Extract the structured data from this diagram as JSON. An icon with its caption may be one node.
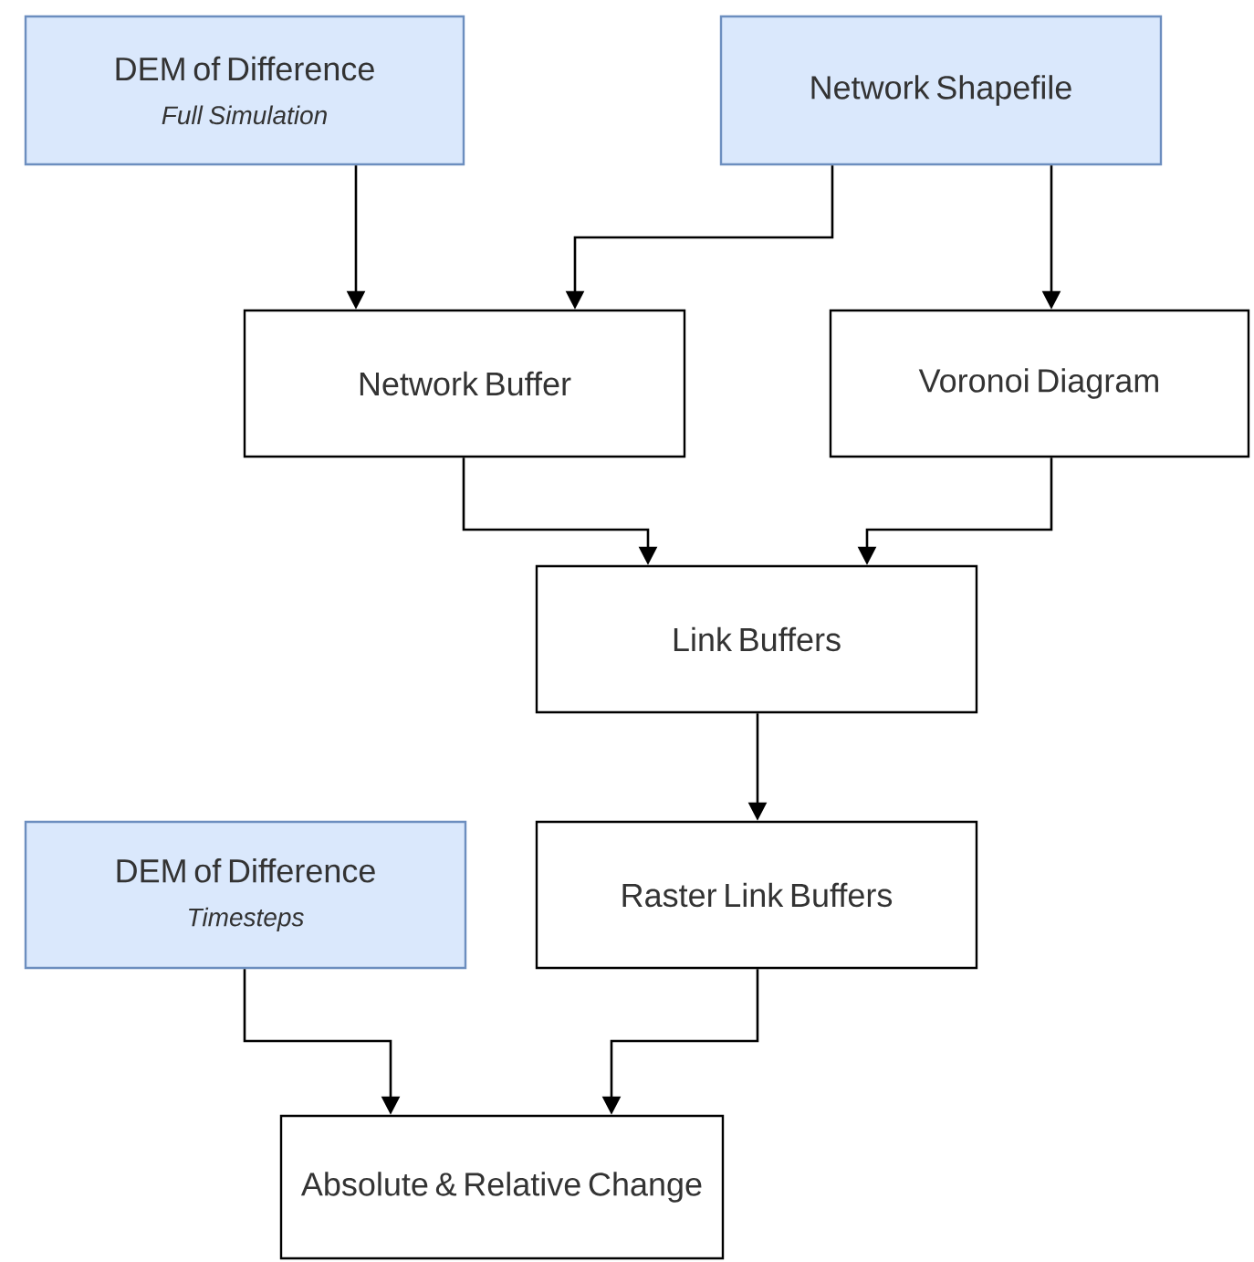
{
  "diagram": {
    "nodes": [
      {
        "text": [
          "DEM of Difference",
          "Full Simulation"
        ]
      },
      {
        "text": [
          "Network Shapefile"
        ]
      },
      {
        "text": [
          "Network Buffer"
        ]
      },
      {
        "text": [
          "Voronoi Diagram"
        ]
      },
      {
        "text": [
          "Link Buffers"
        ]
      },
      {
        "text": [
          "Raster Link Buffers"
        ]
      },
      {
        "text": [
          "DEM of Difference",
          "Timesteps"
        ]
      },
      {
        "text": [
          "Absolute & Relative Change"
        ]
      }
    ],
    "edges": [
      {
        "from": 0,
        "to": 2,
        "arrow": "to"
      },
      {
        "from": 1,
        "to": 2,
        "arrow": "to"
      },
      {
        "from": 1,
        "to": 3,
        "arrow": "to"
      },
      {
        "from": 2,
        "to": 4,
        "arrow": "to"
      },
      {
        "from": 3,
        "to": 4,
        "arrow": "to"
      },
      {
        "from": 4,
        "to": 5,
        "arrow": "to"
      },
      {
        "from": 6,
        "to": 7,
        "arrow": "to"
      },
      {
        "from": 5,
        "to": 7,
        "arrow": "to"
      }
    ]
  }
}
